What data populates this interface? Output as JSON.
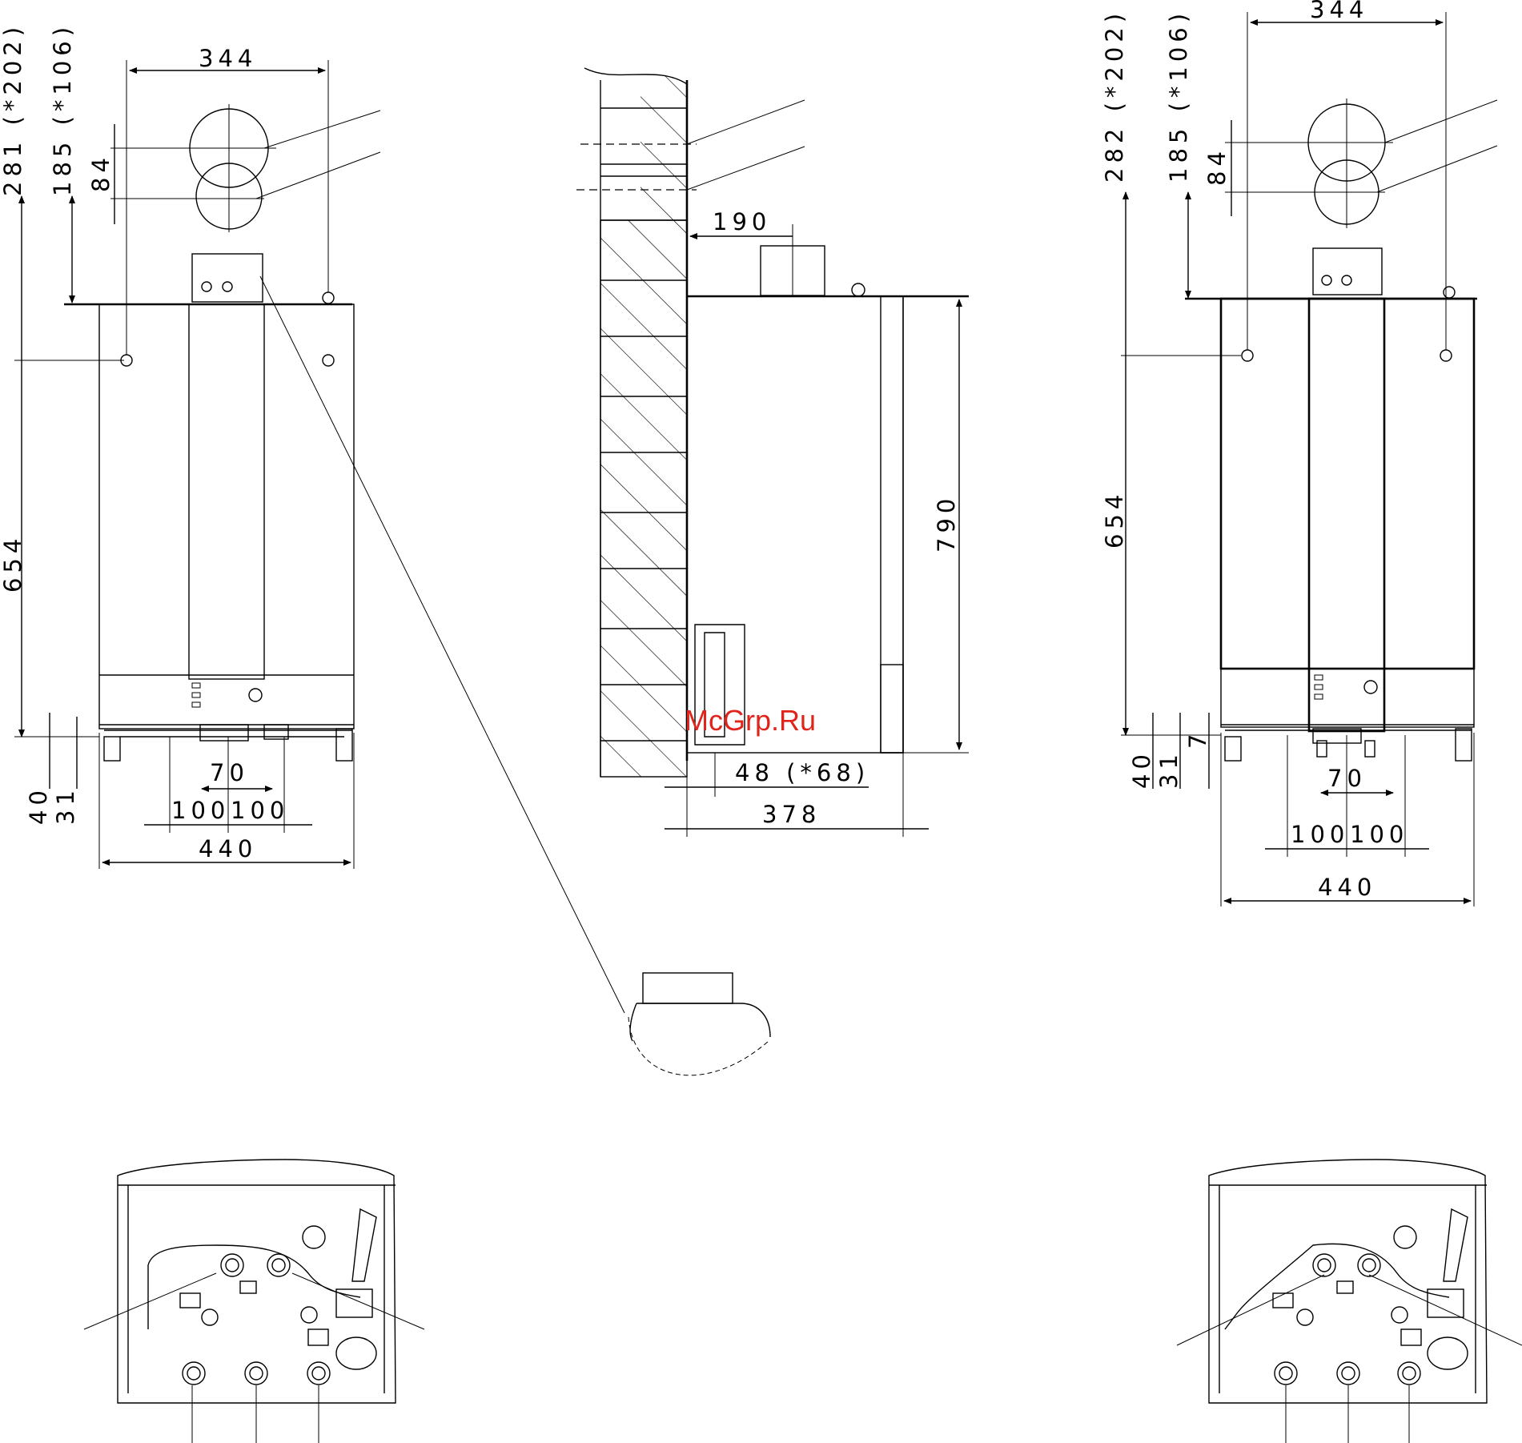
{
  "watermark": "McGrp.Ru",
  "colors": {
    "line": "#000000",
    "watermark": "#e0241b",
    "background": "#ffffff"
  },
  "front_view_left": {
    "top_width": "344",
    "height_top_a": "281 (*202)",
    "height_top_b": "185 (*106)",
    "flue_offset": "84",
    "body_height": "654",
    "bottom_a": "40",
    "bottom_b": "31",
    "pipe_spacing": "70",
    "pipe_spacing_left": "100",
    "pipe_spacing_right": "100",
    "total_width": "440"
  },
  "side_view": {
    "flue_offset": "190",
    "height": "790",
    "wall_gap": "48 (*68)",
    "depth": "378"
  },
  "front_view_right": {
    "top_width": "344",
    "height_top_a": "282 (*202)",
    "height_top_b": "185 (*106)",
    "flue_offset": "84",
    "body_height": "654",
    "bottom_a": "40",
    "bottom_b": "31",
    "bottom_c": "7",
    "pipe_spacing": "70",
    "pipe_spacing_left": "100",
    "pipe_spacing_right": "100",
    "total_width": "440"
  }
}
